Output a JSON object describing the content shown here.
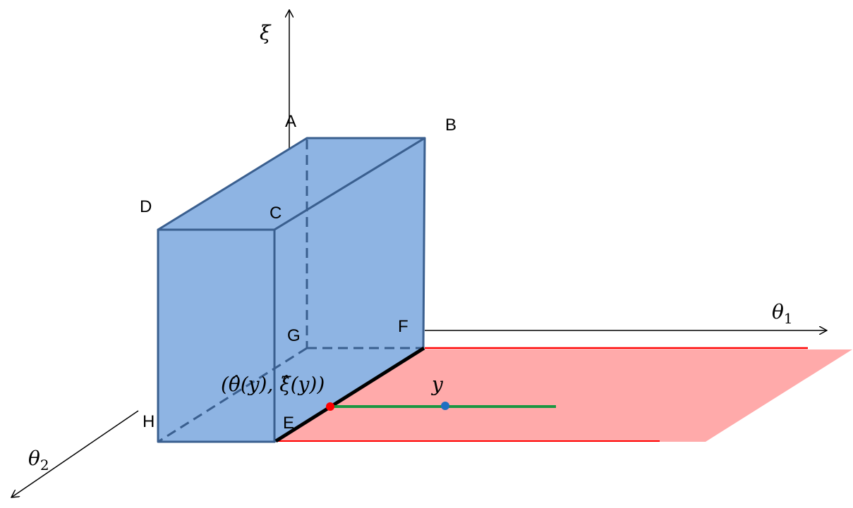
{
  "axes": {
    "xi": "ξ",
    "theta1": {
      "base": "θ",
      "sub": "1"
    },
    "theta2": {
      "base": "θ",
      "sub": "2"
    }
  },
  "points": {
    "A": "A",
    "B": "B",
    "C": "C",
    "D": "D",
    "E": "E",
    "F": "F",
    "G": "G",
    "H": "H"
  },
  "annotations": {
    "estimate": "(θ̂(y), ξ̂(y))",
    "y": "y"
  },
  "colors": {
    "box_fill": "#8eb4e3",
    "box_stroke": "#3a5f8f",
    "plane_fill": "#ffaaaa",
    "plane_edge": "#ff0000",
    "segment": "#1a9641",
    "estimate_point": "#ff0000",
    "y_point": "#1f6fc1",
    "edge_EF": "#000000"
  }
}
